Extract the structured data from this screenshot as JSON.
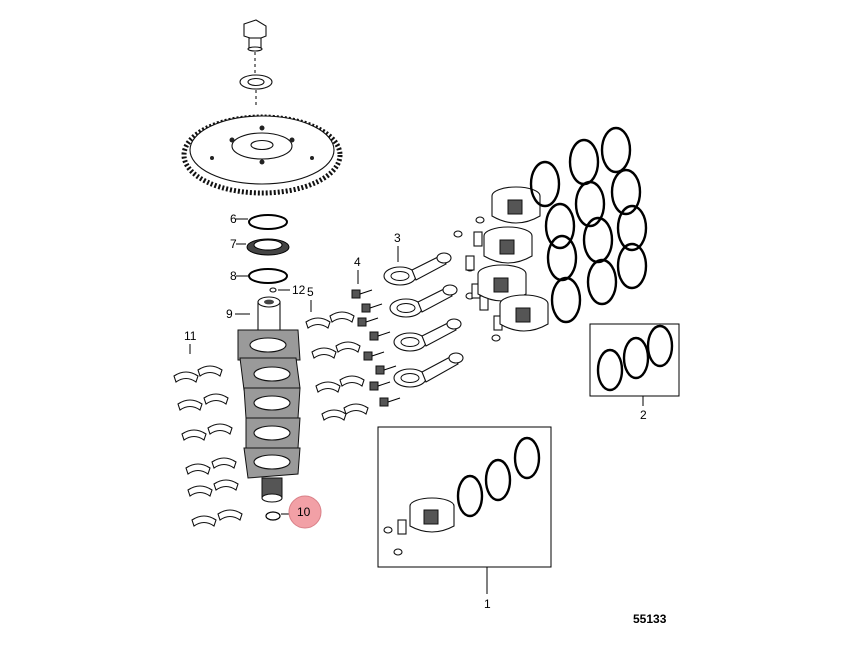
{
  "diagram": {
    "figure_id": "55133",
    "callouts": {
      "c1": "1",
      "c2": "2",
      "c3": "3",
      "c4": "4",
      "c5": "5",
      "c6": "6",
      "c7": "7",
      "c8": "8",
      "c9": "9",
      "c10": "10",
      "c11": "11",
      "c12": "12"
    },
    "highlighted_callout": "10",
    "highlight_color": "#f2a0a6"
  }
}
